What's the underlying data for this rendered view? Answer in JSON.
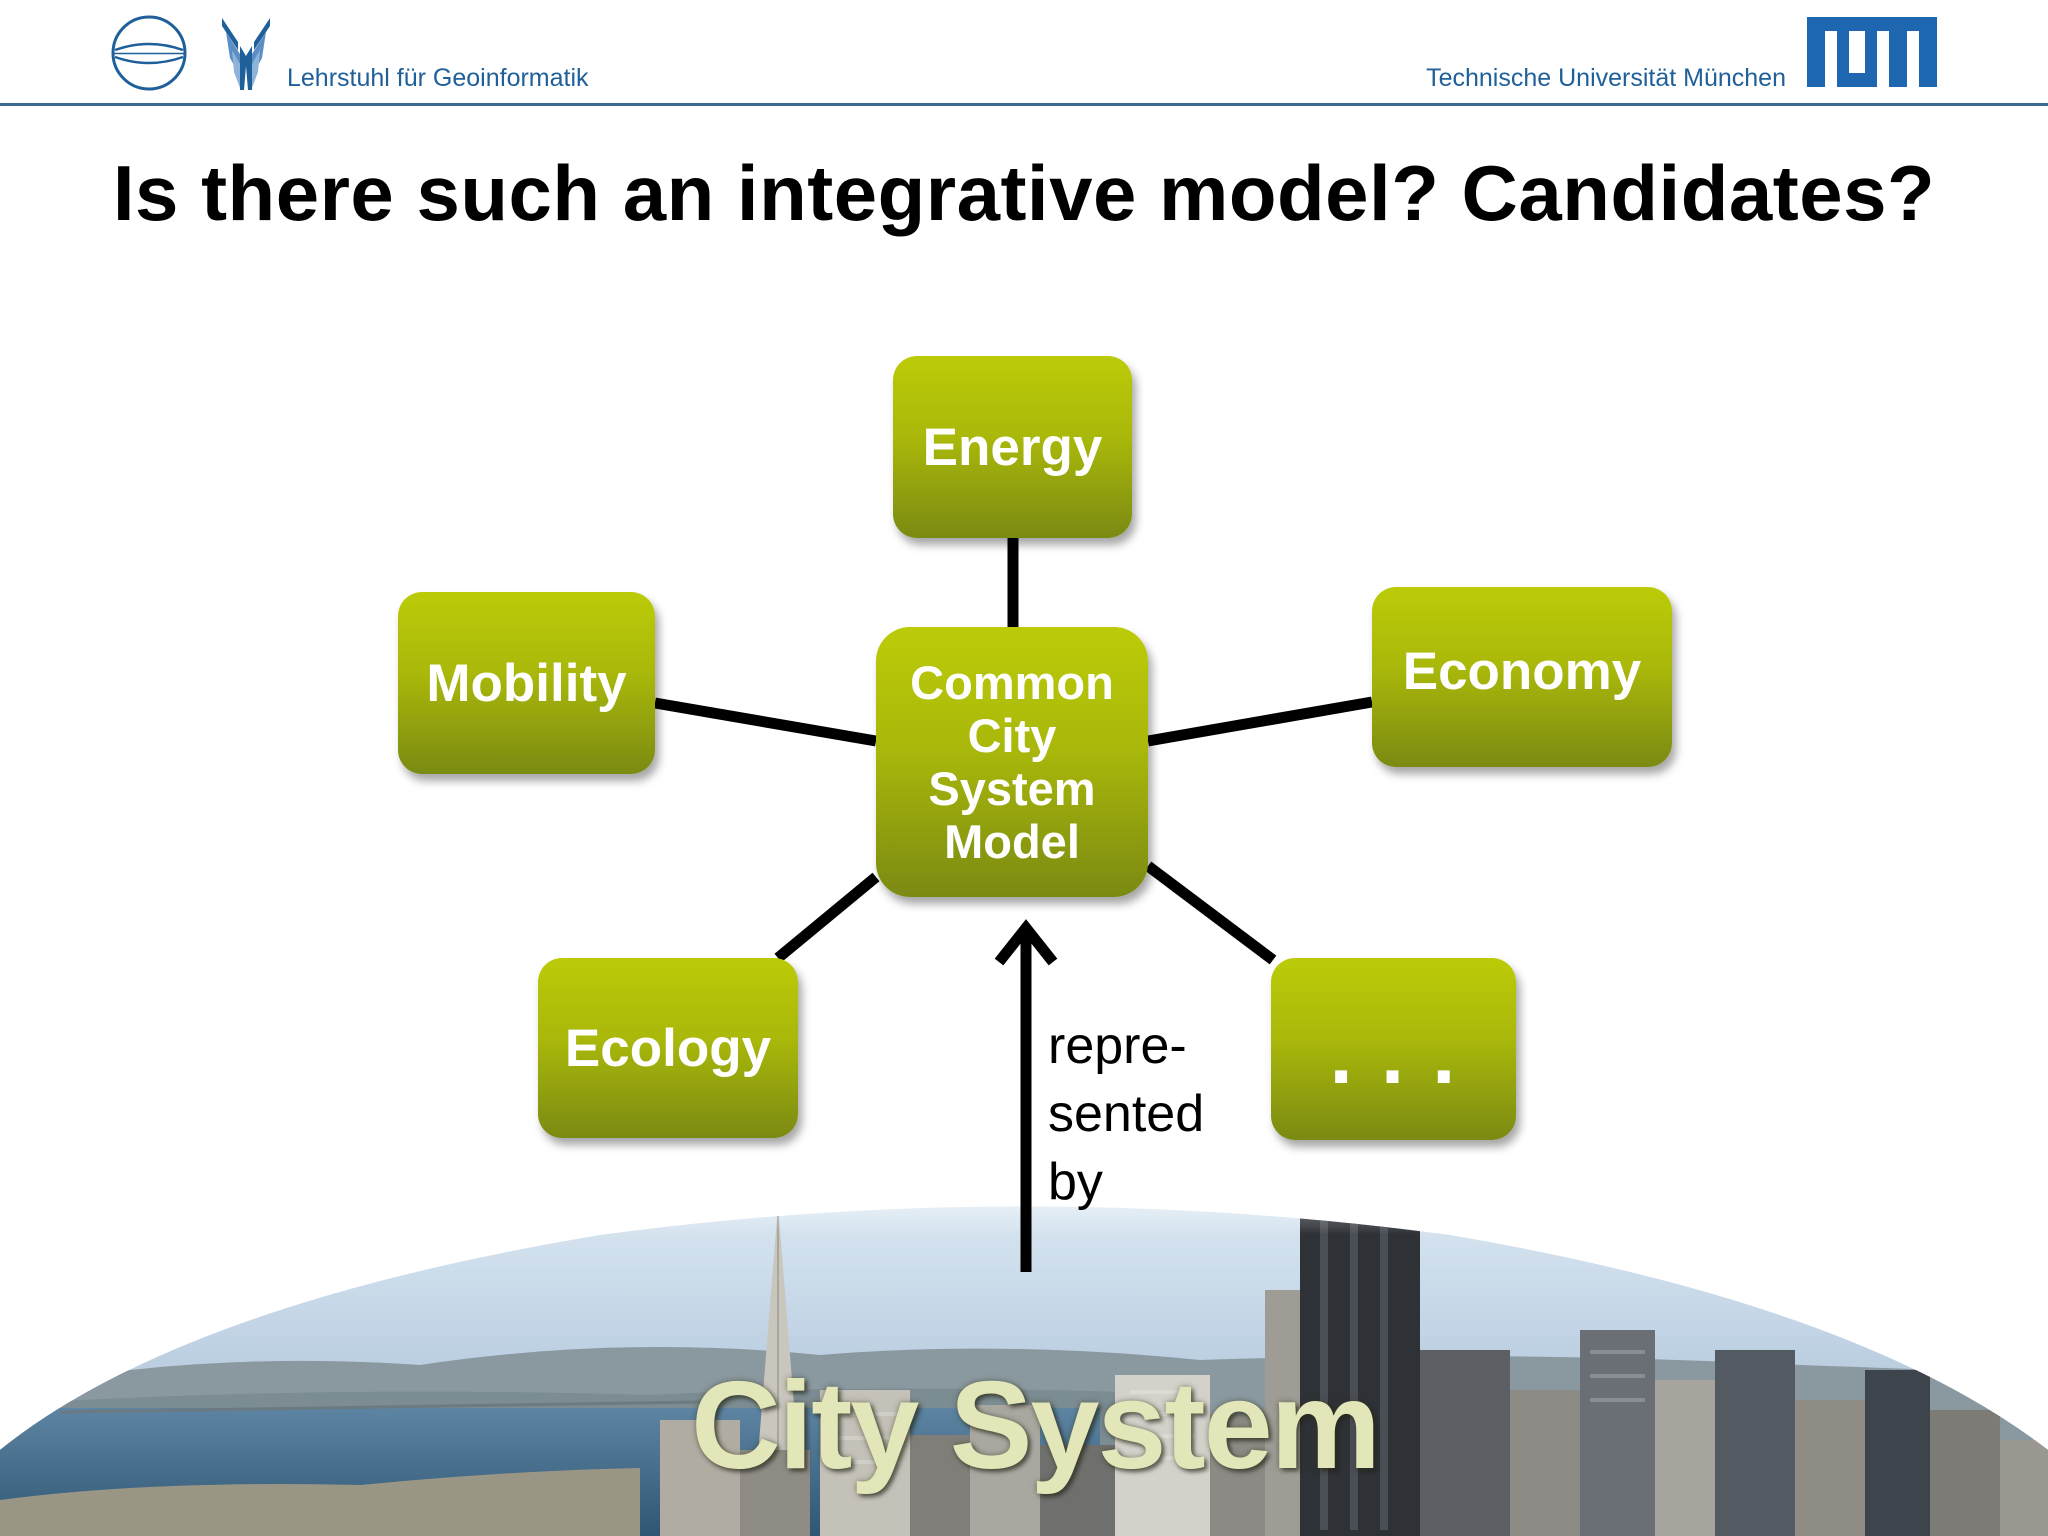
{
  "header": {
    "chair_name": "Lehrstuhl für Geoinformatik",
    "university_name": "Technische Universität München",
    "colors": {
      "blue": "#1f5f9a",
      "line": "#3a6a96"
    }
  },
  "slide": {
    "title": "Is there such an integrative model? Candidates?"
  },
  "diagram": {
    "center": {
      "label": "Common\nCity\nSystem\nModel"
    },
    "nodes": {
      "energy": "Energy",
      "mobility": "Mobility",
      "economy": "Economy",
      "ecology": "Ecology",
      "more": "..."
    },
    "arrow_label": "repre-\nsented\nby",
    "node_color_top": "#bccb08",
    "node_color_bottom": "#7b8a12"
  },
  "city": {
    "label": "City System"
  }
}
